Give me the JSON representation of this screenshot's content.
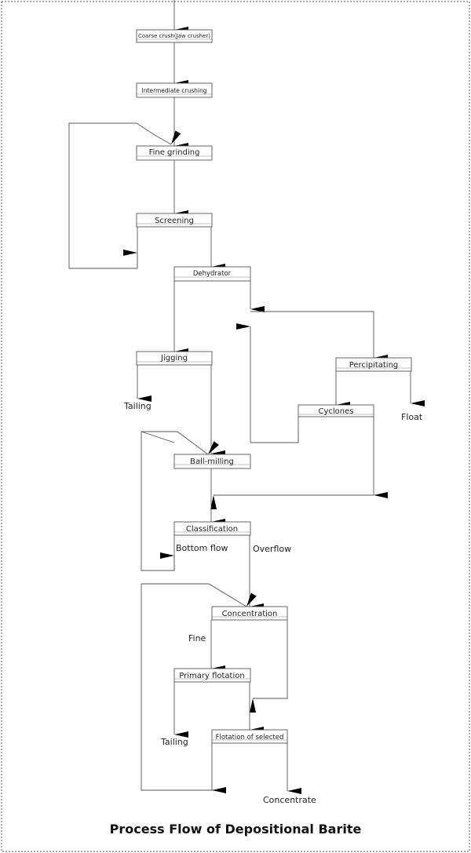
{
  "diagram": {
    "title": "Process Flow of Depositional Barite",
    "steps": {
      "coarse": "Coarse crush(Jaw crusher)",
      "intermediate": "Intermediate crushing",
      "fine_grinding": "Fine grinding",
      "screening": "Screening",
      "dehydrator": "Dehydrator",
      "jigging": "Jigging",
      "percipitating": "Percipitating",
      "cyclones": "Cyclones",
      "ball_milling": "Ball-milling",
      "classification": "Classification",
      "concentration": "Concentration",
      "primary_flotation": "Primary flotation",
      "flotation_selected": "Flotation of selected"
    },
    "labels": {
      "tailing_1": "Tailing",
      "float": "Float",
      "bottom_flow": "Bottom flow",
      "overflow": "Overflow",
      "fine": "Fine",
      "tailing_2": "Tailing",
      "concentrate": "Concentrate"
    }
  }
}
